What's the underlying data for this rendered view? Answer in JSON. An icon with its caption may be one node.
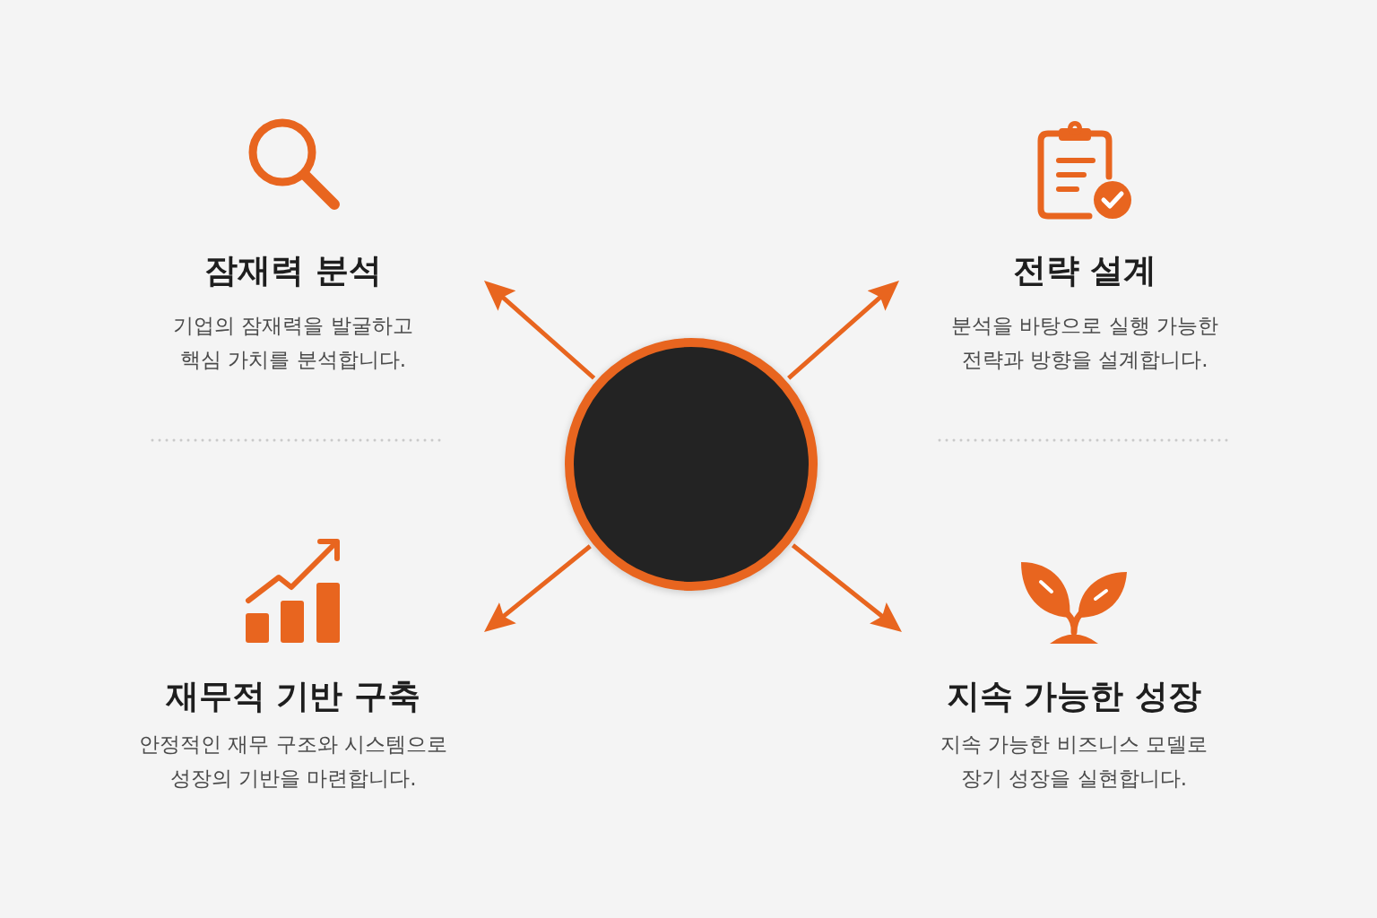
{
  "diagram": {
    "nodes": [
      {
        "text": [],
        "shape": "circle"
      },
      {
        "text": [
          "잠재력 분석",
          "기업의 잠재력을 발굴하고 핵심 가치를 분석합니다."
        ]
      },
      {
        "text": [
          "전략 설계",
          "분석을 바탕으로 실행 가능한 전략과 방향을 설계합니다."
        ]
      },
      {
        "text": [
          "재무적 기반 구축",
          "안정적인 재무 구조와 시스템으로 성장의 기반을 마련합니다."
        ]
      },
      {
        "text": [
          "지속 가능한 성장",
          "지속 가능한 비즈니스 모델로 장기 성장을 실현합니다."
        ]
      }
    ],
    "edges": [
      {
        "from": 0,
        "to": 1,
        "arrow": "to"
      },
      {
        "from": 0,
        "to": 2,
        "arrow": "to"
      },
      {
        "from": 0,
        "to": 3,
        "arrow": "to"
      },
      {
        "from": 0,
        "to": 4,
        "arrow": "to"
      }
    ]
  }
}
